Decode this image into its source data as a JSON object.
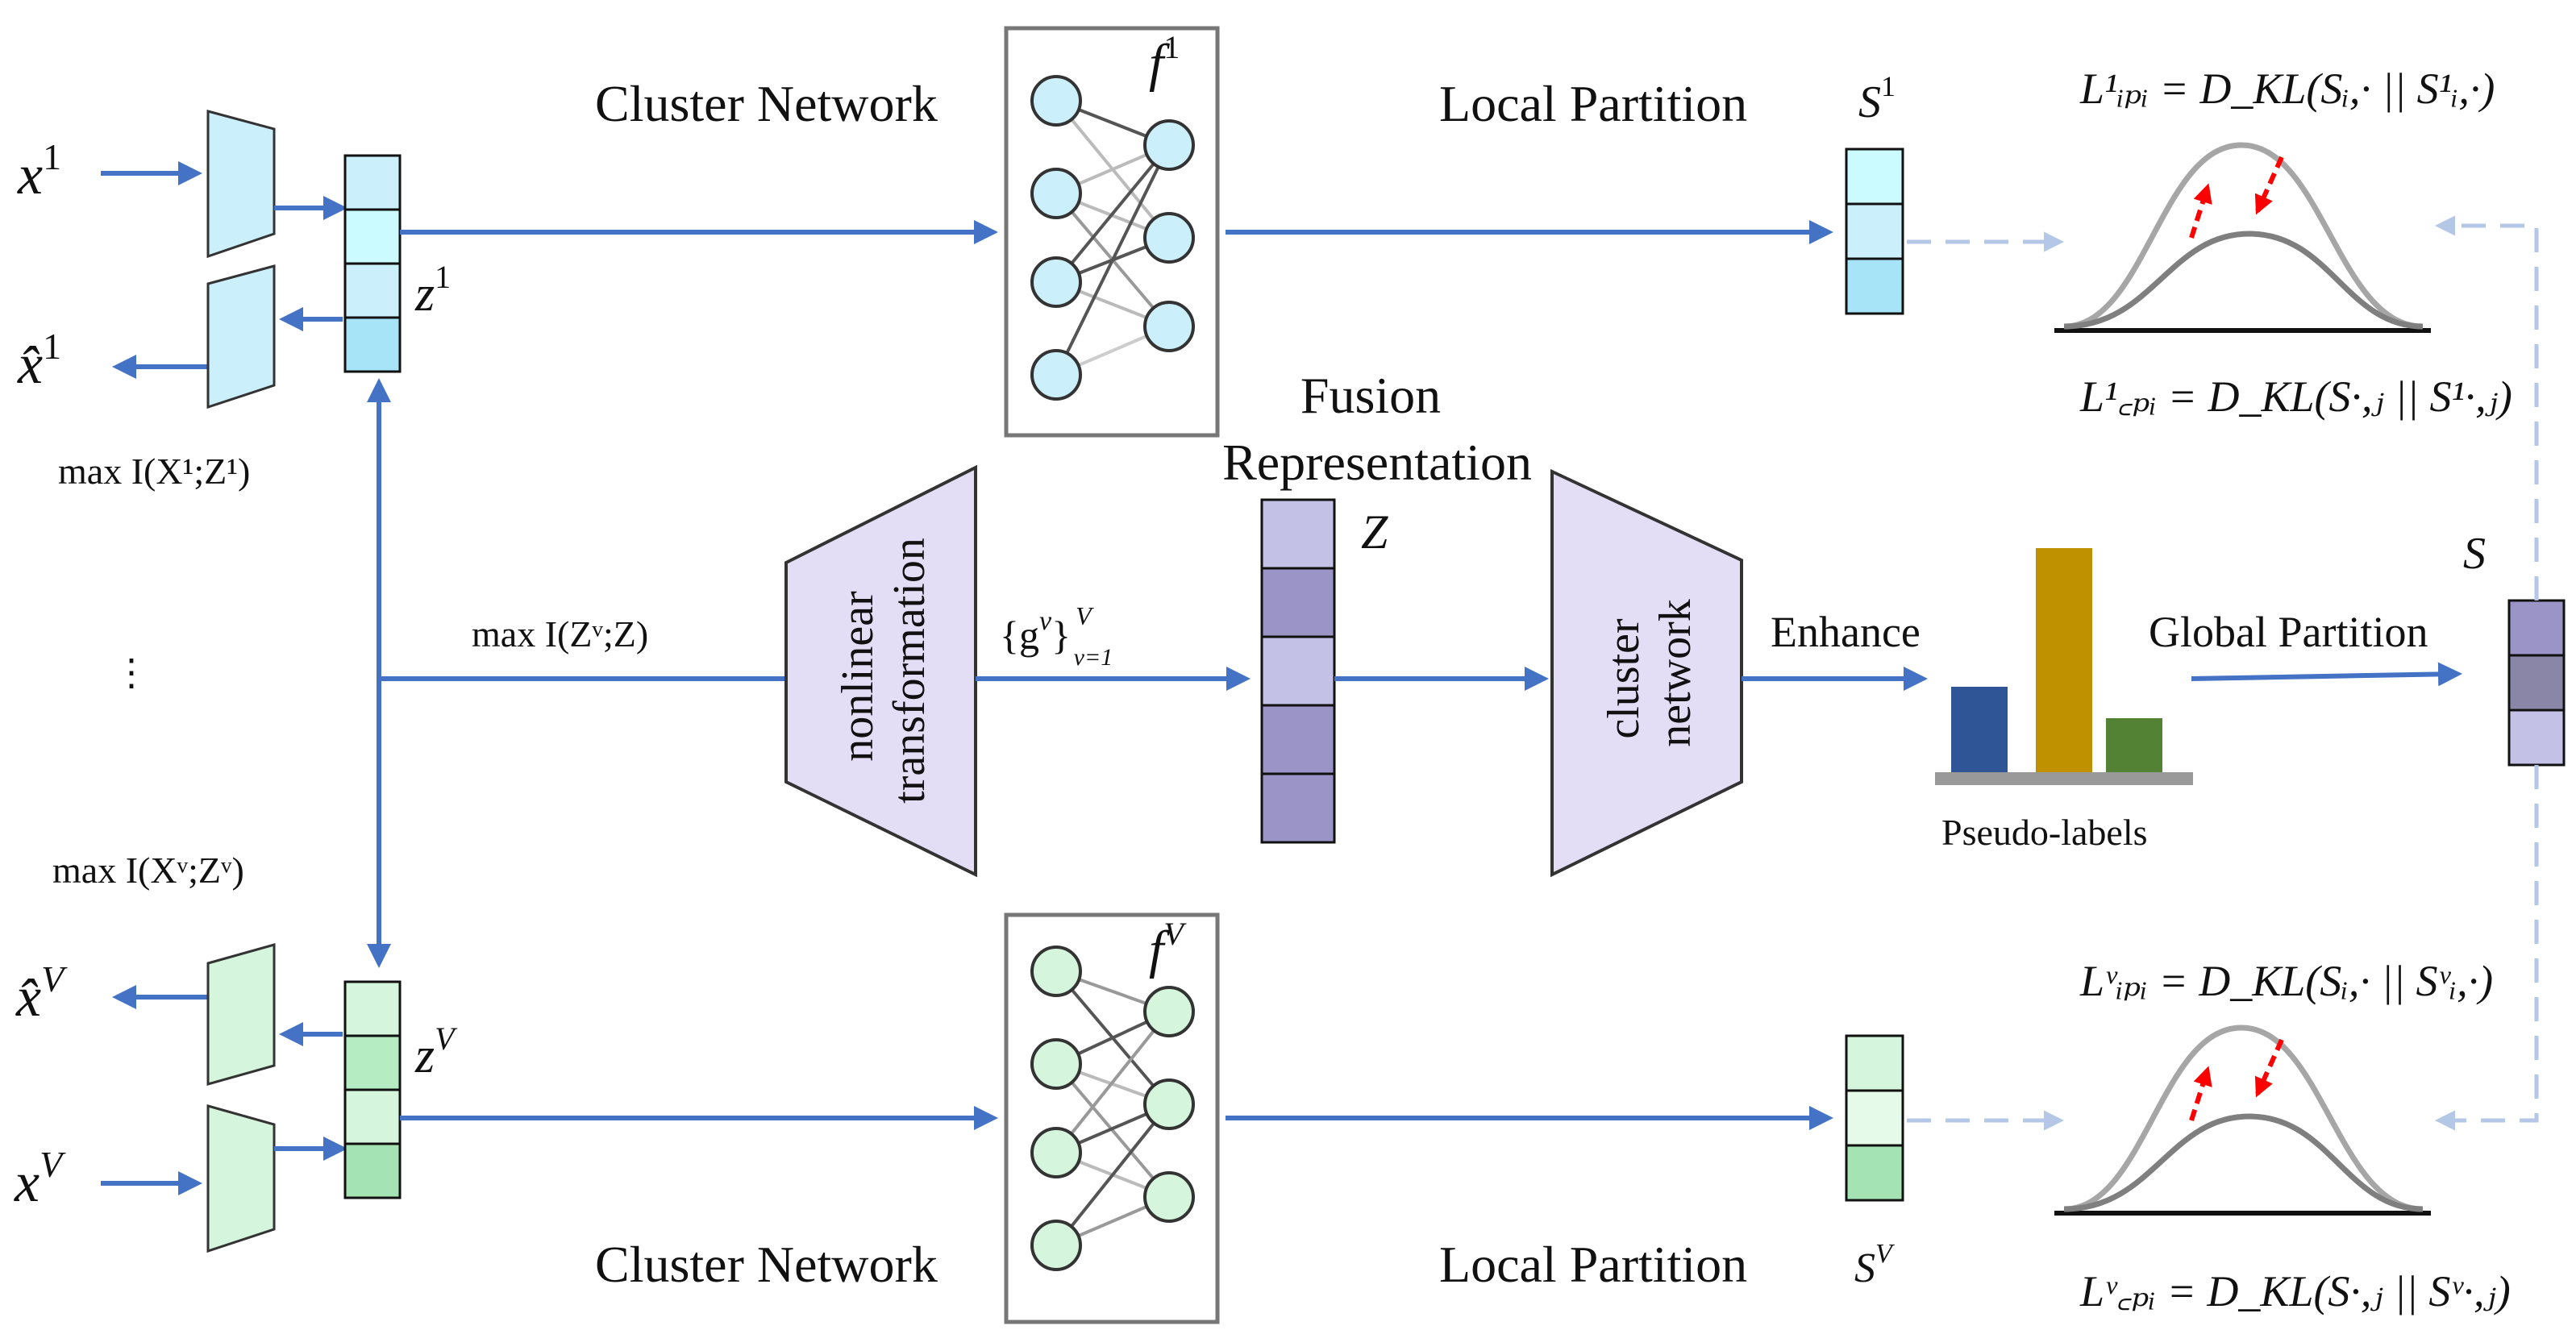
{
  "labels": {
    "cluster_network_top": "Cluster Network",
    "cluster_network_bottom": "Cluster Network",
    "local_partition_top": "Local Partition",
    "local_partition_bottom": "Local Partition",
    "fusion_line1": "Fusion",
    "fusion_line2": "Representation",
    "nonlinear_line1": "nonlinear",
    "nonlinear_line2": "transformation",
    "cluster_line1": "cluster",
    "cluster_line2": "network",
    "enhance": "Enhance",
    "global_partition": "Global Partition",
    "pseudo_labels": "Pseudo-labels",
    "ellipsis": "⋮"
  },
  "symbols": {
    "x1": "x",
    "x1_sup": "1",
    "xhat1": "x̂",
    "xhat1_sup": "1",
    "z1": "z",
    "z1_sup": "1",
    "xV": "x",
    "xV_sup": "V",
    "xhatV": "x̂",
    "xhatV_sup": "V",
    "zV": "z",
    "zV_sup": "V",
    "f1": "f",
    "f1_sup": "1",
    "fV": "f",
    "fV_sup": "V",
    "S1": "S",
    "S1_sup": "1",
    "SV": "S",
    "SV_sup": "V",
    "S": "S",
    "Z": "Z",
    "g_set": "{g",
    "g_sup": "v",
    "g_close": "}",
    "g_range_top": "V",
    "g_range_bot": "v=1"
  },
  "formulas": {
    "mi_top": "max I(X¹;Z¹)",
    "mi_mid": "max I(Zᵛ;Z)",
    "mi_bottom": "max I(Xᵛ;Zᵛ)",
    "L_ipi_1": "L¹ᵢₚᵢ = D_KL(Sᵢ,· || S¹ᵢ,·)",
    "L_cpi_1": "L¹꜀ₚᵢ = D_KL(S·,ⱼ || S¹·,ⱼ)",
    "L_ipi_V": "Lᵛᵢₚᵢ = D_KL(Sᵢ,· || Sᵛᵢ,·)",
    "L_cpi_V": "Lᵛ꜀ₚᵢ = D_KL(S·,ⱼ || Sᵛ·,ⱼ)"
  },
  "colors": {
    "arrow": "#4472c4",
    "arrow_light": "#b4c7e7",
    "view1_fill": "#cceffc",
    "view1_fill_alt": "#a8e4f7",
    "view1_bright": "#ccfbff",
    "viewV_fill": "#d5f5dc",
    "viewV_fill_alt": "#b5ecc2",
    "fusion_fill": "#c4c1e6",
    "fusion_dark": "#9b94c7",
    "trapezoid_fill": "#e3def6",
    "trapezoid_stroke": "#333333",
    "box_stroke": "#777777",
    "bar_blue": "#2f5597",
    "bar_gold": "#bf9000",
    "bar_green": "#548235",
    "bar_base": "#999999",
    "curve_light": "#a6a6a6",
    "curve_dark": "#7f7f7f",
    "red_arrow": "#ff0000"
  },
  "pseudo_label_bars": [
    0.38,
    1.0,
    0.24
  ]
}
